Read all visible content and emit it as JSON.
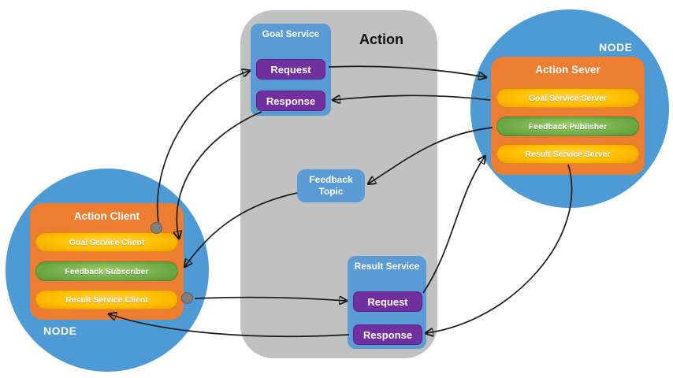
{
  "action": {
    "title": "Action",
    "goal_service": {
      "title": "Goal Service",
      "request_label": "Request",
      "response_label": "Response"
    },
    "feedback_topic": {
      "title": "Feedback Topic"
    },
    "result_service": {
      "title": "Result Service",
      "request_label": "Request",
      "response_label": "Response"
    }
  },
  "client_node": {
    "node_label": "NODE",
    "title": "Action Client",
    "items": [
      {
        "label": "Goal Service Client",
        "color": "#ffc000"
      },
      {
        "label": "Feedback Subscriber",
        "color": "#70ad47"
      },
      {
        "label": "Result Service Client",
        "color": "#ffc000"
      }
    ]
  },
  "server_node": {
    "node_label": "NODE",
    "title": "Action Sever",
    "items": [
      {
        "label": "Goal Service Server",
        "color": "#ffc000"
      },
      {
        "label": "Feedback Publisher",
        "color": "#70ad47"
      },
      {
        "label": "Result Service Server",
        "color": "#ffc000"
      }
    ]
  },
  "colors": {
    "node_circle": "#4d9ad5",
    "service_box": "#5b9bd5",
    "request_button": "#7030a0",
    "client_server_box": "#ed7d31",
    "yellow_pill": "#ffc000",
    "green_pill": "#70ad47",
    "action_container": "#c1c1c1",
    "arrow": "#1a1a1a"
  }
}
